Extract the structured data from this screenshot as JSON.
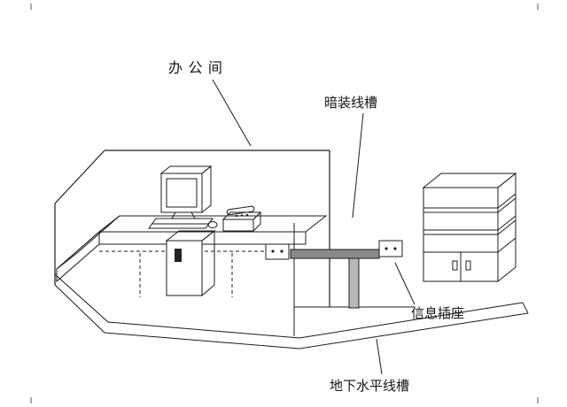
{
  "figure": {
    "type": "isometric-office-wiring-diagram",
    "labels": {
      "office_room": "办 公 间",
      "concealed_duct": "暗装线槽",
      "info_socket": "信息插座",
      "underground_duct": "地下水平线槽"
    },
    "colors": {
      "line": "#1c1c1c",
      "wall_duct_fill": "#8a8a8a",
      "vertical_duct_fill": "#b8b8b8",
      "background": "#ffffff"
    }
  }
}
